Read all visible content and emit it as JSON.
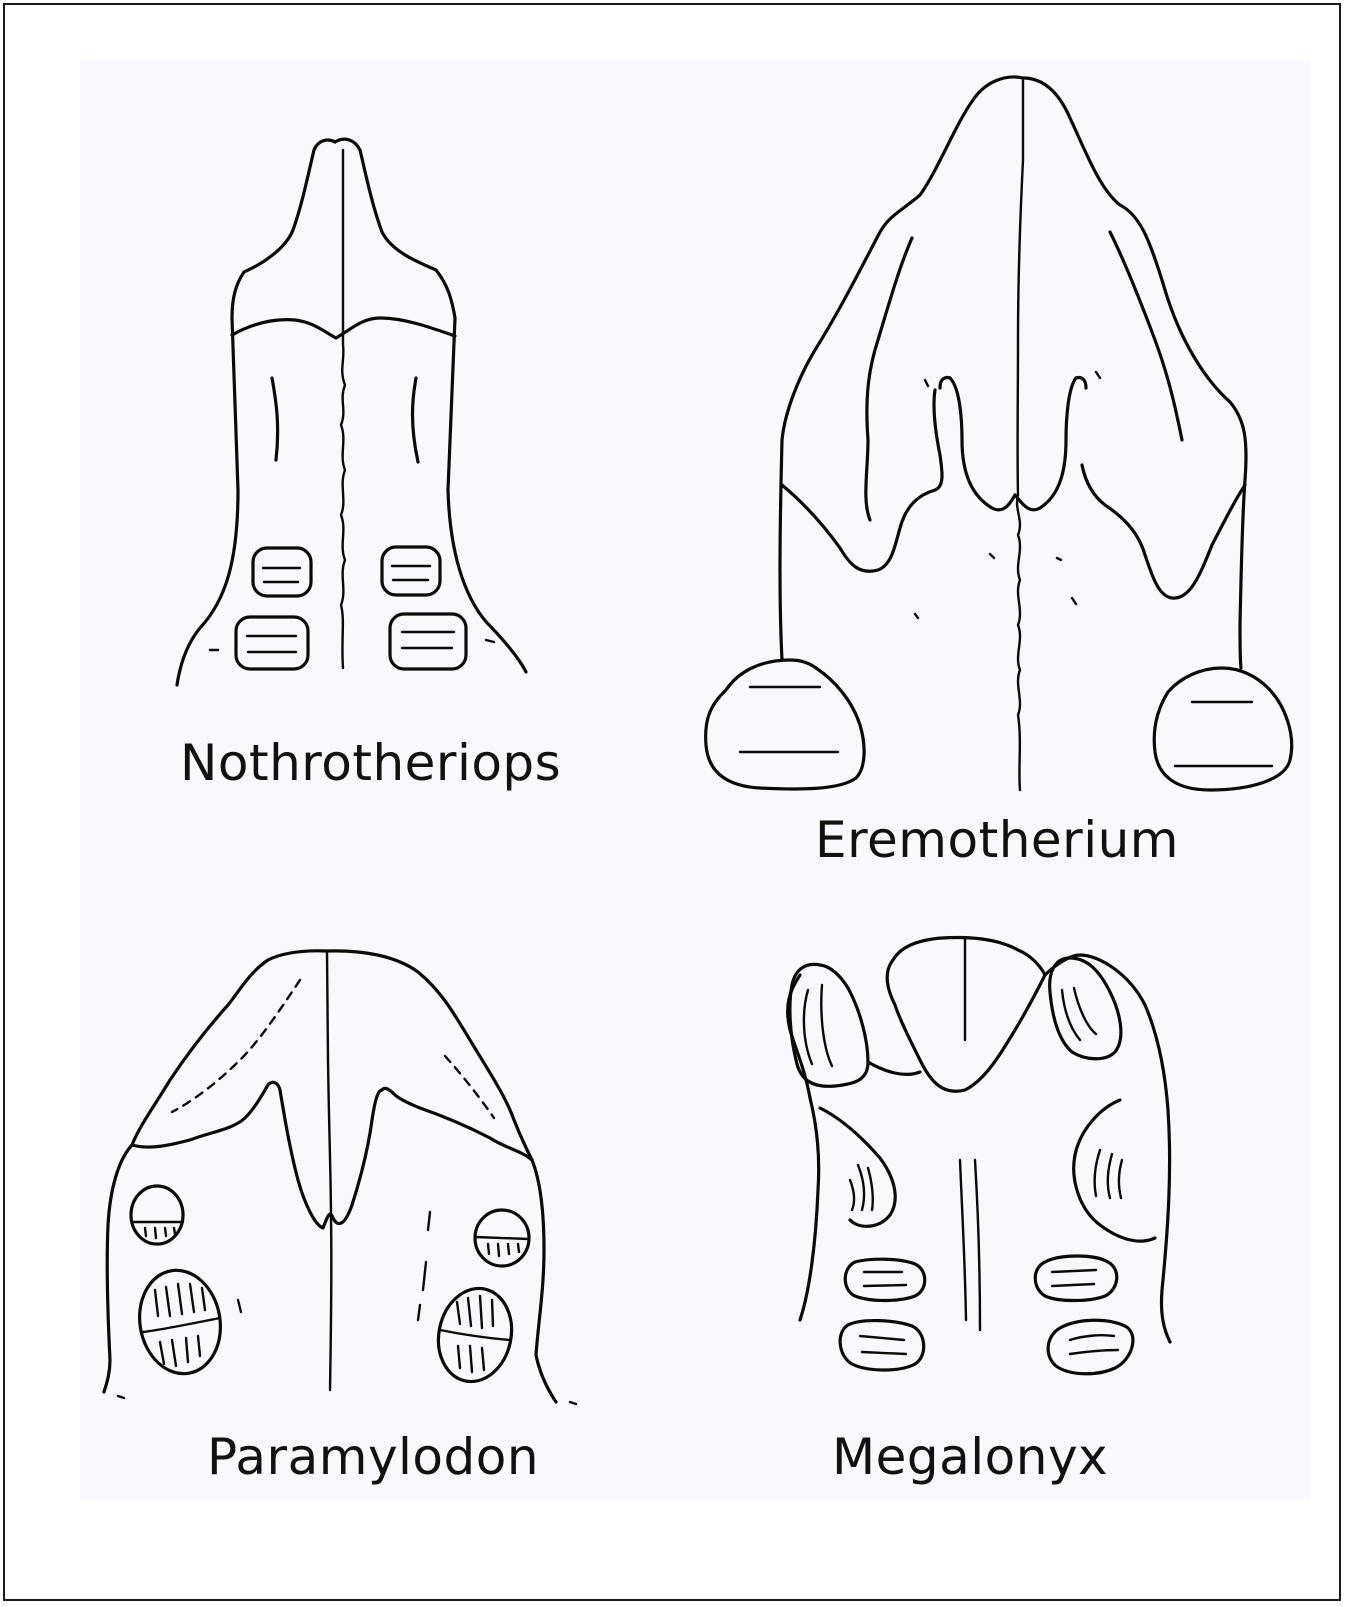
{
  "figure": {
    "specimens": [
      {
        "id": "nothrotheriops",
        "label": "Nothrotheriops"
      },
      {
        "id": "eremotherium",
        "label": "Eremotherium"
      },
      {
        "id": "paramylodon",
        "label": "Paramylodon"
      },
      {
        "id": "megalonyx",
        "label": "Megalonyx"
      }
    ]
  },
  "style": {
    "line_color": "#0a0a0a",
    "background": "#f7f9fc"
  }
}
